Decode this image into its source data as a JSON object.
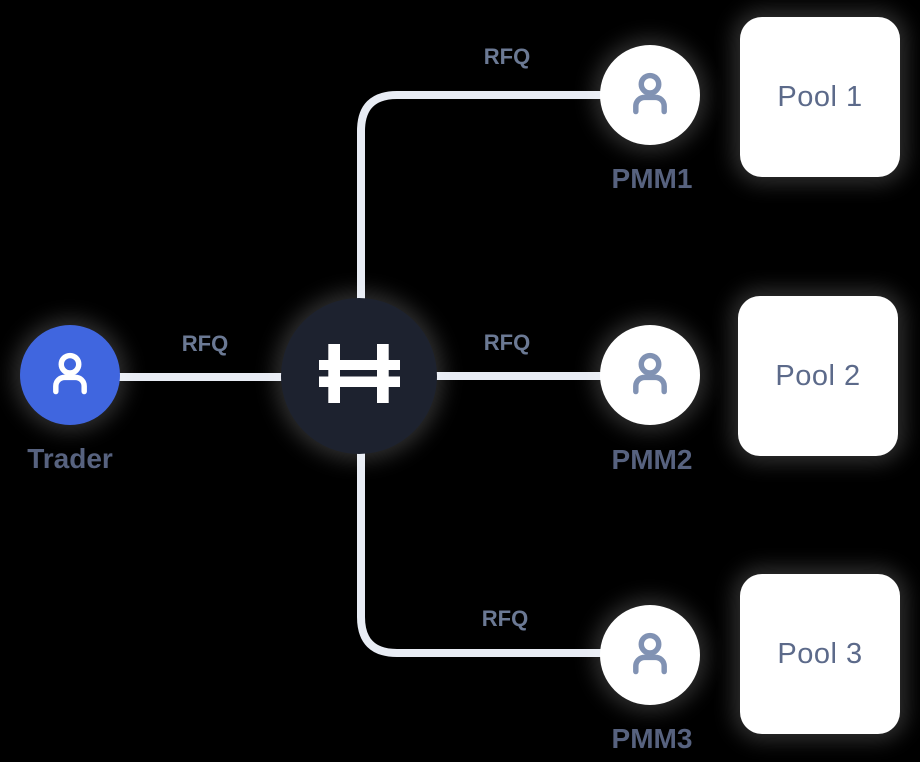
{
  "diagram": {
    "title_hint": "RFQ flow diagram",
    "trader": {
      "label": "Trader",
      "icon": "person-icon"
    },
    "hub": {
      "icon": "hash-bridge-logo-icon"
    },
    "pmms": [
      {
        "label": "PMM1",
        "icon": "person-icon"
      },
      {
        "label": "PMM2",
        "icon": "person-icon"
      },
      {
        "label": "PMM3",
        "icon": "person-icon"
      }
    ],
    "pools": [
      {
        "label": "Pool 1"
      },
      {
        "label": "Pool 2"
      },
      {
        "label": "Pool 3"
      }
    ],
    "edge_labels": [
      "RFQ",
      "RFQ",
      "RFQ",
      "RFQ"
    ]
  },
  "colors": {
    "background": "#000000",
    "trader_blue": "#4066DF",
    "hub_dark_navy": "#1D222F",
    "connector_line": "#E8ECF4",
    "node_label_slate": "#57627F",
    "rfq_label_slate": "#6B7994",
    "pool_label_slate": "#5C6A8A",
    "pmm_icon_slate": "#8192B3",
    "node_fill_white": "#FFFFFF"
  }
}
